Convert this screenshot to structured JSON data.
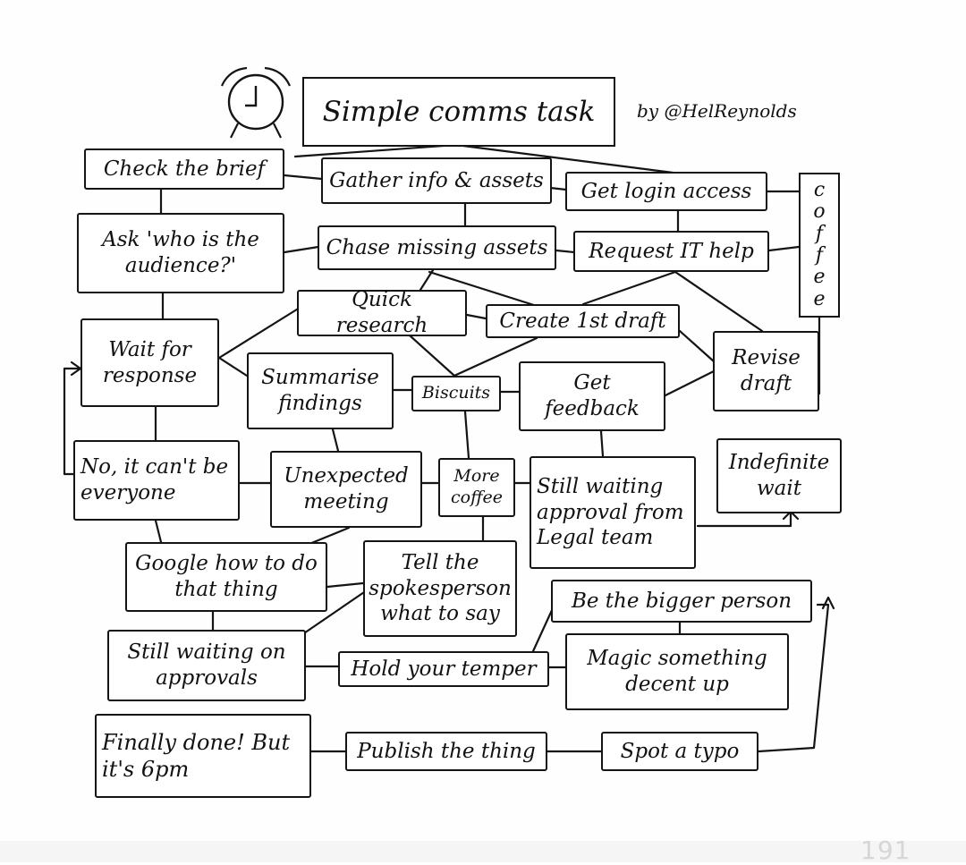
{
  "title": "Simple comms task",
  "byline": "by @HelReynolds",
  "page_number": "191",
  "icons": {
    "clock": "alarm-clock-icon"
  },
  "coffee": "coffee",
  "nodes": {
    "check_brief": "Check the brief",
    "gather_info": "Gather info & assets",
    "get_login": "Get login access",
    "ask_audience": "Ask 'who is the audience?'",
    "chase_assets": "Chase missing assets",
    "request_it": "Request IT help",
    "quick_research": "Quick research",
    "create_draft": "Create 1st draft",
    "wait_response": "Wait for response",
    "summarise": "Summarise findings",
    "biscuits": "Biscuits",
    "get_feedback": "Get feedback",
    "revise_draft": "Revise draft",
    "no_everyone": "No, it can't be everyone",
    "unexpected_meeting": "Unexpected meeting",
    "more_coffee": "More coffee",
    "still_waiting_legal": "Still waiting approval from Legal team",
    "indefinite_wait": "Indefinite wait",
    "google": "Google how to do that thing",
    "tell_spokesperson": "Tell the spokesperson what to say",
    "bigger_person": "Be the bigger person",
    "still_waiting_approvals": "Still waiting on approvals",
    "hold_temper": "Hold your temper",
    "magic_decent": "Magic something decent up",
    "finally_done": "Finally done! But it's 6pm",
    "publish": "Publish the thing",
    "spot_typo": "Spot a typo"
  }
}
